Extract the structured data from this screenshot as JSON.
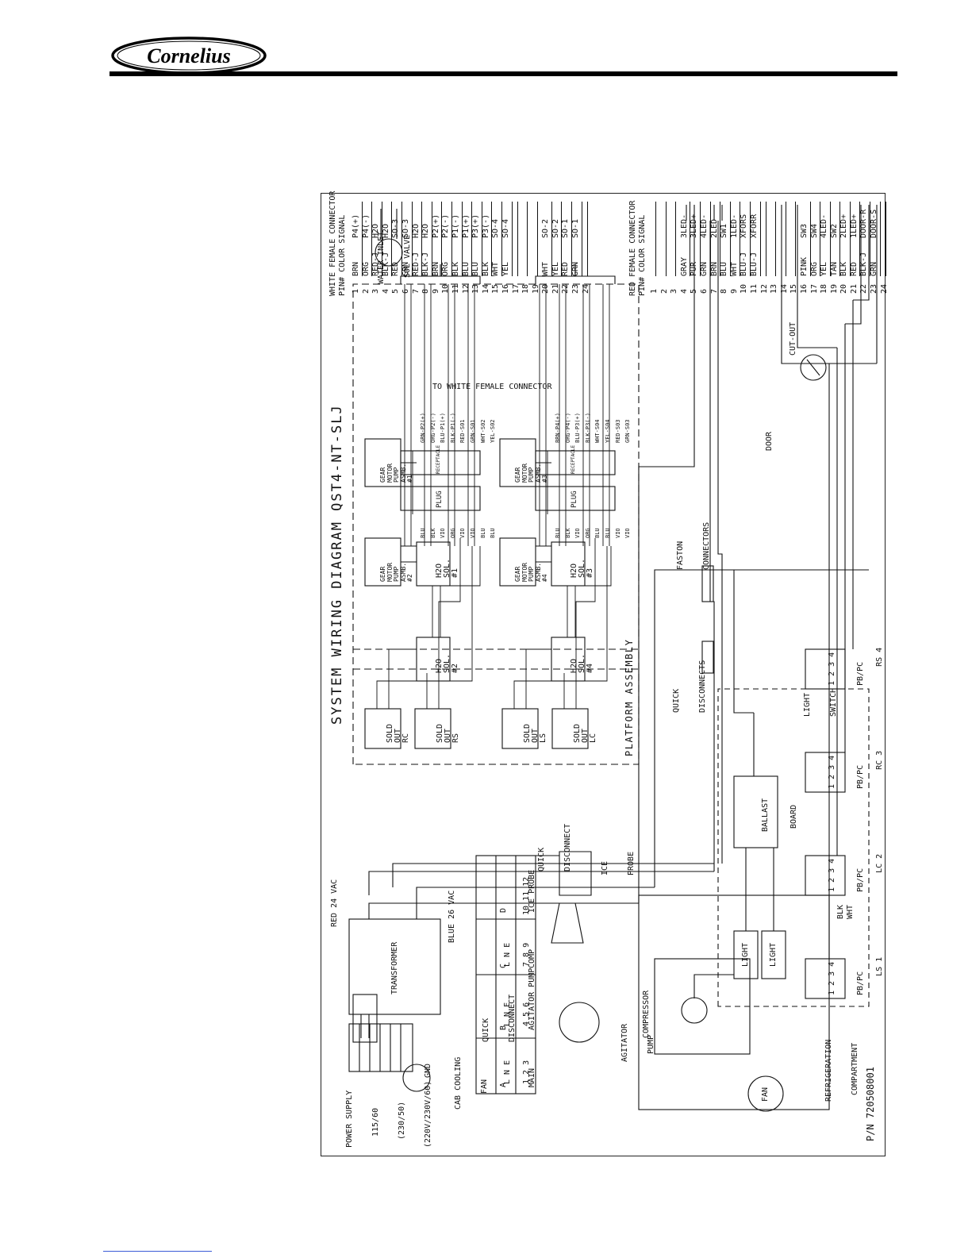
{
  "brand": {
    "logo_text": "Cornelius"
  },
  "diagram": {
    "title": "SYSTEM WIRING DIAGRAM QST4-NT-SLJ",
    "part_number": "P/N 720508001",
    "power_supply": [
      "POWER SUPPLY",
      "115/60",
      "(230/50)",
      "(220V/230V/60)"
    ],
    "gnd_label": "GND",
    "transformer": "TRANSFORMER",
    "red_24": "RED 24 VAC",
    "blue_26": "BLUE 26 VAC",
    "quick_disconnect": [
      "QUICK",
      "DISCONNECT"
    ],
    "quick_disconnect_2": [
      "QUICK",
      "DISCONNECT"
    ],
    "quick_disconnects": [
      "QUICK",
      "DISCONNECTS"
    ],
    "faston": [
      "FASTON",
      "CONNECTORS"
    ],
    "cab_fan": [
      "CAB COOLING",
      "FAN"
    ],
    "agitator_pump": [
      "AGITATOR",
      "PUMP"
    ],
    "ice_probe": [
      "ICE",
      "PROBE"
    ],
    "compressor": "COMPRESSOR",
    "fan": "FAN",
    "refrigeration": [
      "REFRIGERATION",
      "COMPARTMENT"
    ],
    "platform_assembly": "PLATFORM ASSEMBLY",
    "door": "DOOR",
    "light_switch": [
      "LIGHT",
      "SWITCH"
    ],
    "ballast": [
      "BALLAST",
      "BOARD"
    ],
    "light": "LIGHT",
    "cut_out": "CUT-OUT",
    "water_inlet": [
      "WATER INLET",
      "SOL VALVE"
    ],
    "to_white": "TO WHITE FEMALE CONNECTOR",
    "plug": "PLUG",
    "receptacle": "RECEPTACLE",
    "terminal_sections": [
      {
        "name": "MAIN",
        "letter": "A",
        "lne": "L N E",
        "pins": "1 2 3"
      },
      {
        "name": "AGITATOR PUMP",
        "letter": "B",
        "lne": "L N E",
        "pins": "4 5 6"
      },
      {
        "name": "COMP",
        "letter": "C",
        "lne": "L N E",
        "pins": "7 8 9"
      },
      {
        "name": "ICE PROBE",
        "letter": "D",
        "lne": "",
        "pins": "10 11 12"
      }
    ],
    "gear_motors": [
      {
        "lines": [
          "GEAR",
          "MOTOR",
          "PUMP",
          "ASMB.",
          "#2"
        ]
      },
      {
        "lines": [
          "GEAR",
          "MOTOR",
          "PUMP",
          "ASMB.",
          "#1"
        ]
      },
      {
        "lines": [
          "GEAR",
          "MOTOR",
          "PUMP",
          "ASMB.",
          "#4"
        ]
      },
      {
        "lines": [
          "GEAR",
          "MOTOR",
          "PUMP",
          "ASMB.",
          "#3"
        ]
      }
    ],
    "h2o_sols": [
      {
        "lines": [
          "H2O",
          "SOL.",
          "#2"
        ]
      },
      {
        "lines": [
          "H2O",
          "SOL.",
          "#1"
        ]
      },
      {
        "lines": [
          "H2O",
          "SOL.",
          "#4"
        ]
      },
      {
        "lines": [
          "H2O",
          "SOL.",
          "#3"
        ]
      }
    ],
    "sold_outs": [
      {
        "lines": [
          "SOLD",
          "OUT",
          "RC"
        ]
      },
      {
        "lines": [
          "SOLD",
          "OUT",
          "RS"
        ]
      },
      {
        "lines": [
          "SOLD",
          "OUT",
          "LS"
        ]
      },
      {
        "lines": [
          "SOLD",
          "OUT",
          "LC"
        ]
      }
    ],
    "pbpc": [
      {
        "name": "PB/PC",
        "pos": "LS",
        "num": "1",
        "pins": "1 2 3 4"
      },
      {
        "name": "PB/PC",
        "pos": "LC",
        "num": "2",
        "pins": "1 2 3 4"
      },
      {
        "name": "PB/PC",
        "pos": "RC",
        "num": "3",
        "pins": "1 2 3 4"
      },
      {
        "name": "PB/PC",
        "pos": "RS",
        "num": "4",
        "pins": "1 2 3 4"
      }
    ],
    "plug_wires_top": [
      "BLU",
      "BLK",
      "VIO",
      "ORG",
      "VIO",
      "VIO",
      "BLU",
      "BLU"
    ],
    "plug_wires_bottom": [
      "BLU",
      "BLK",
      "VIO",
      "ORG",
      "BLU",
      "BLU",
      "VIO",
      "VIO"
    ],
    "receptacle_wires_top": [
      "GRN-P2(+)",
      "ORG-P2(-)",
      "BLU-P1(+)",
      "BLK-P1(-)",
      "RED-S01",
      "GRN-S01",
      "WHT-S02",
      "YEL-S02"
    ],
    "receptacle_wires_bottom": [
      "BRN-P4(+)",
      "ORG-P4(-)",
      "BLU-P3(+)",
      "BLK-P3(-)",
      "WHT-S04",
      "YEL-S04",
      "RED-S03",
      "GRN-S03"
    ],
    "white_connector": {
      "title": "WHITE FEMALE CONNECTOR",
      "header": "PIN# COLOR SIGNAL",
      "rows": [
        {
          "pin": "1",
          "color": "BRN",
          "signal": "P4(+)"
        },
        {
          "pin": "2",
          "color": "ORG",
          "signal": "P4(-)"
        },
        {
          "pin": "3",
          "color": "RED-J",
          "signal": "H2O"
        },
        {
          "pin": "4",
          "color": "BLK-J",
          "signal": "H2O"
        },
        {
          "pin": "5",
          "color": "RED",
          "signal": "SO-3"
        },
        {
          "pin": "6",
          "color": "GRN",
          "signal": "SO-3"
        },
        {
          "pin": "7",
          "color": "RED-J",
          "signal": "H2O"
        },
        {
          "pin": "8",
          "color": "BLK-J",
          "signal": "H2O"
        },
        {
          "pin": "9",
          "color": "BRN",
          "signal": "P2(+)"
        },
        {
          "pin": "10",
          "color": "ORG",
          "signal": "P2(-)"
        },
        {
          "pin": "11",
          "color": "BLK",
          "signal": "P1(-)"
        },
        {
          "pin": "12",
          "color": "BLU",
          "signal": "P1(+)"
        },
        {
          "pin": "13",
          "color": "BLU",
          "signal": "P3(+)"
        },
        {
          "pin": "14",
          "color": "BLK",
          "signal": "P3(-)"
        },
        {
          "pin": "15",
          "color": "WHT",
          "signal": "SO-4"
        },
        {
          "pin": "16",
          "color": "YEL",
          "signal": "SO-4"
        },
        {
          "pin": "17",
          "color": "",
          "signal": ""
        },
        {
          "pin": "18",
          "color": "",
          "signal": ""
        },
        {
          "pin": "19",
          "color": "",
          "signal": ""
        },
        {
          "pin": "20",
          "color": "WHT",
          "signal": "SO-2"
        },
        {
          "pin": "21",
          "color": "YEL",
          "signal": "SO-2"
        },
        {
          "pin": "22",
          "color": "RED",
          "signal": "SO-1"
        },
        {
          "pin": "23",
          "color": "GRN",
          "signal": "SO-1"
        },
        {
          "pin": "24",
          "color": "",
          "signal": ""
        }
      ]
    },
    "red_connector": {
      "title": "RED FEMALE CONNECTOR",
      "header": "PIN# COLOR SIGNAL",
      "rows": [
        {
          "pin": "1",
          "color": "",
          "signal": ""
        },
        {
          "pin": "2",
          "color": "",
          "signal": ""
        },
        {
          "pin": "3",
          "color": "",
          "signal": ""
        },
        {
          "pin": "4",
          "color": "GRAY",
          "signal": "3LED-"
        },
        {
          "pin": "5",
          "color": "PUR",
          "signal": "3LED+"
        },
        {
          "pin": "6",
          "color": "GRN",
          "signal": "4LED-"
        },
        {
          "pin": "7",
          "color": "BRN",
          "signal": "2LED-"
        },
        {
          "pin": "8",
          "color": "BLU",
          "signal": "SW1"
        },
        {
          "pin": "9",
          "color": "WHT",
          "signal": "1LED-"
        },
        {
          "pin": "10",
          "color": "BLU-J",
          "signal": "XFORS"
        },
        {
          "pin": "11",
          "color": "BLU-J",
          "signal": "XFORR"
        },
        {
          "pin": "12",
          "color": "",
          "signal": ""
        },
        {
          "pin": "13",
          "color": "",
          "signal": ""
        },
        {
          "pin": "14",
          "color": "",
          "signal": ""
        },
        {
          "pin": "15",
          "color": "",
          "signal": ""
        },
        {
          "pin": "16",
          "color": "PINK",
          "signal": "SW3"
        },
        {
          "pin": "17",
          "color": "ORG",
          "signal": "SW4"
        },
        {
          "pin": "18",
          "color": "YEL",
          "signal": "4LED-"
        },
        {
          "pin": "19",
          "color": "TAN",
          "signal": "SW2"
        },
        {
          "pin": "20",
          "color": "BLK",
          "signal": "2LED+"
        },
        {
          "pin": "21",
          "color": "RED",
          "signal": "1LED+"
        },
        {
          "pin": "22",
          "color": "BLK-J",
          "signal": "DOOR-R"
        },
        {
          "pin": "23",
          "color": "GRN",
          "signal": "DOOR-S"
        },
        {
          "pin": "24",
          "color": "",
          "signal": ""
        }
      ]
    },
    "wire_labels": {
      "wht": "WHT",
      "blk": "BLK",
      "blu": "BLU",
      "vio": "VIO",
      "org": "ORG",
      "red": "RED",
      "plus": "(+)",
      "minus": "(-)"
    }
  }
}
